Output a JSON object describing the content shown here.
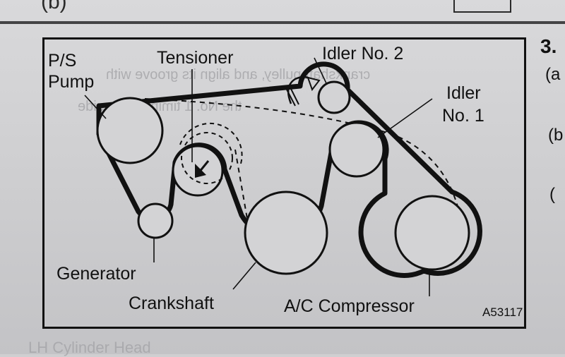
{
  "page": {
    "step_number": "3.",
    "side_markers": [
      "(a",
      "(b",
      "("
    ],
    "top_fragment": "(b)",
    "ghost_bleed_lines": [
      "crankshaft pulley, and align its groove with",
      "the No. 1 timing belt guide"
    ],
    "bottom_ghost_text": "LH Cylinder Head"
  },
  "diagram": {
    "figure_code": "A53117",
    "labels": {
      "ps_pump_line1": "P/S",
      "ps_pump_line2": "Pump",
      "tensioner": "Tensioner",
      "idler2": "Idler No. 2",
      "idler1_line1": "Idler",
      "idler1_line2": "No. 1",
      "generator": "Generator",
      "crankshaft": "Crankshaft",
      "ac_compressor": "A/C Compressor"
    }
  }
}
